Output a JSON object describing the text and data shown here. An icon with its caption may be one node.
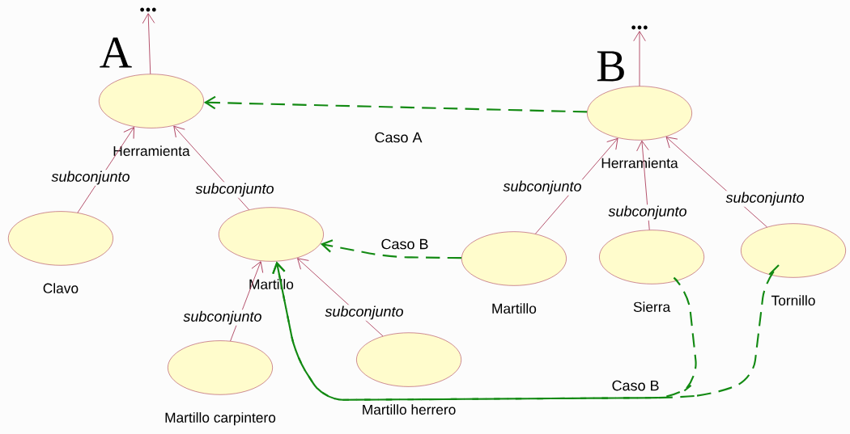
{
  "diagram": {
    "nodes": [
      {
        "text": [
          "Herramienta"
        ]
      },
      {
        "text": [
          "Clavo"
        ]
      },
      {
        "text": [
          "Martillo"
        ]
      },
      {
        "text": [
          "Martillo carpintero"
        ]
      },
      {
        "text": [
          "Martillo herrero"
        ]
      },
      {
        "text": [
          "Herramienta"
        ]
      },
      {
        "text": [
          "Martillo"
        ]
      },
      {
        "text": [
          "Sierra"
        ]
      },
      {
        "text": [
          "Tornillo"
        ]
      },
      {
        "text": [
          "..."
        ]
      },
      {
        "text": [
          "..."
        ]
      }
    ],
    "edges": [
      {
        "from": 1,
        "to": 0,
        "arrow": "to",
        "label": "subconjunto"
      },
      {
        "from": 2,
        "to": 0,
        "arrow": "to",
        "label": "subconjunto"
      },
      {
        "from": 3,
        "to": 2,
        "arrow": "to",
        "label": "subconjunto"
      },
      {
        "from": 4,
        "to": 2,
        "arrow": "to",
        "label": "subconjunto"
      },
      {
        "from": 6,
        "to": 5,
        "arrow": "to",
        "label": "subconjunto"
      },
      {
        "from": 7,
        "to": 5,
        "arrow": "to",
        "label": "subconjunto"
      },
      {
        "from": 8,
        "to": 5,
        "arrow": "to",
        "label": "subconjunto"
      },
      {
        "from": 0,
        "to": 9,
        "arrow": "to"
      },
      {
        "from": 5,
        "to": 10,
        "arrow": "to"
      },
      {
        "from": 5,
        "to": 0,
        "arrow": "to",
        "label": "Caso A",
        "style": "dashed",
        "color": "#138a13"
      },
      {
        "from": 6,
        "to": 2,
        "arrow": "to",
        "label": "Caso B",
        "style": "dashed",
        "color": "#138a13"
      },
      {
        "from": 7,
        "to": 2,
        "arrow": "to",
        "label": "Caso B",
        "style": "dashed",
        "color": "#138a13"
      },
      {
        "from": 8,
        "to": 2,
        "arrow": "to",
        "style": "dashed",
        "color": "#138a13"
      }
    ],
    "labels": [
      "A",
      "B"
    ]
  }
}
